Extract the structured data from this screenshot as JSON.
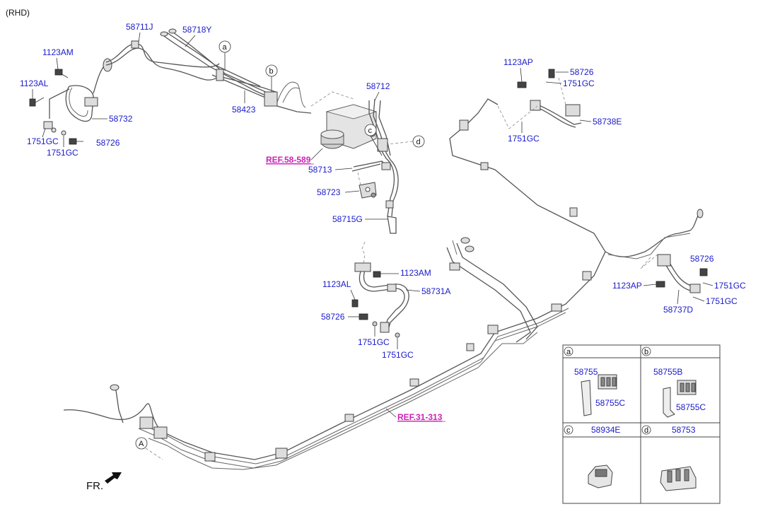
{
  "header": {
    "variant": "(RHD)"
  },
  "labels": {
    "p58711J": "58711J",
    "p58718Y": "58718Y",
    "p1123AM_top": "1123AM",
    "p1123AL_top": "1123AL",
    "p58732": "58732",
    "p1751GC_a": "1751GC",
    "p1751GC_b": "1751GC",
    "p58726_a": "58726",
    "p58423": "58423",
    "p58712": "58712",
    "ref_58589": "REF.58-589",
    "p58713": "58713",
    "p58723": "58723",
    "p58715G": "58715G",
    "p1123AM_mid": "1123AM",
    "p1123AL_mid": "1123AL",
    "p58731A": "58731A",
    "p58726_b": "58726",
    "p1751GC_c": "1751GC",
    "p1751GC_d": "1751GC",
    "p1123AP_top": "1123AP",
    "p58726_c": "58726",
    "p1751GC_e": "1751GC",
    "p58738E": "58738E",
    "p1751GC_f": "1751GC",
    "p58726_d": "58726",
    "p1123AP_right": "1123AP",
    "p1751GC_g": "1751GC",
    "p1751GC_h": "1751GC",
    "p58737D": "58737D",
    "ref_31313": "REF.31-313",
    "front": "FR."
  },
  "callouts": {
    "a": "a",
    "b": "b",
    "c": "c",
    "d": "d",
    "A": "A"
  },
  "detail_table": {
    "a": {
      "key": "a",
      "parts": [
        "58755",
        "58755C"
      ]
    },
    "b": {
      "key": "b",
      "parts": [
        "58755B",
        "58755C"
      ]
    },
    "c": {
      "key": "c",
      "part": "58934E"
    },
    "d": {
      "key": "d",
      "part": "58753"
    }
  },
  "colors": {
    "part_label": "#1a1acc",
    "reference_label": "#cc1fb8"
  }
}
